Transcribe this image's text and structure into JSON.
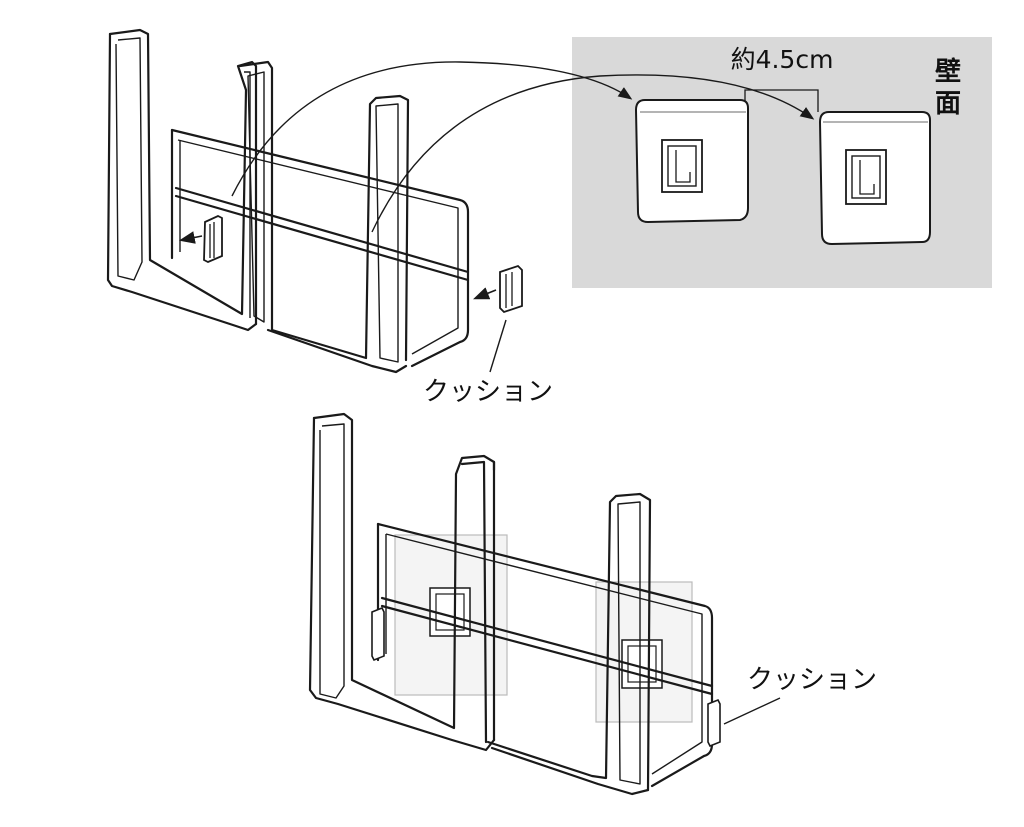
{
  "labels": {
    "wall": [
      "壁",
      "面"
    ],
    "distance": "約4.5cm",
    "cushion_top": "クッション",
    "cushion_bottom": "クッション"
  },
  "colors": {
    "wall_panel": "#d9d9d9",
    "line": "#1a1a1a"
  },
  "icons": {
    "wall_hook": "adhesive-hook-icon",
    "cushion": "cushion-pad-icon"
  }
}
